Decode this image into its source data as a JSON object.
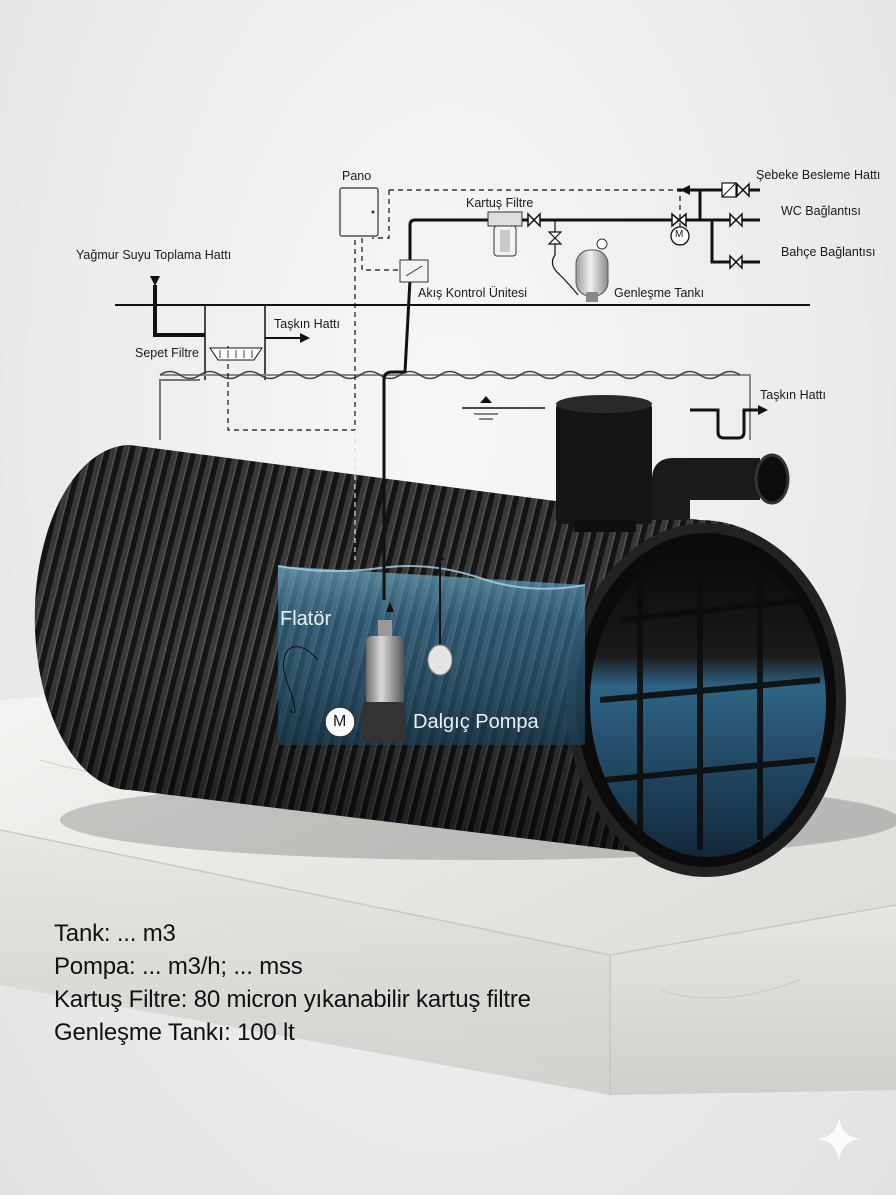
{
  "labels": {
    "pano": "Pano",
    "kartus_filtre": "Kartuş Filtre",
    "sebeke": "Şebeke Besleme Hattı",
    "wc": "WC Bağlantısı",
    "bahce": "Bahçe Bağlantısı",
    "yagmur": "Yağmur Suyu Toplama Hattı",
    "akis": "Akış Kontrol Ünitesi",
    "genlesme": "Genleşme Tankı",
    "taskin_1": "Taşkın Hattı",
    "sepet": "Sepet Filtre",
    "taskin_2": "Taşkın Hattı",
    "flator": "Flatör",
    "dalgic": "Dalgıç Pompa",
    "motor_left": "M",
    "motor_right": "M"
  },
  "specs": [
    "Tank: ... m3",
    "Pompa: ... m3/h; ... mss",
    "Kartuş Filtre: 80 micron yıkanabilir kartuş filtre",
    "Genleşme Tankı: 100 lt"
  ],
  "icons": [
    "electric-panel-icon",
    "cartridge-filter-icon",
    "valve-icon",
    "check-valve-icon",
    "motor-icon",
    "pressure-gauge-icon",
    "expansion-tank-icon",
    "water-level-icon",
    "submersible-pump-icon",
    "float-switch-icon",
    "sparkle-icon"
  ],
  "colors": {
    "tank": "#111111",
    "water": "#2e6f94",
    "marble": "#e9e9e6",
    "line": "#111111"
  }
}
